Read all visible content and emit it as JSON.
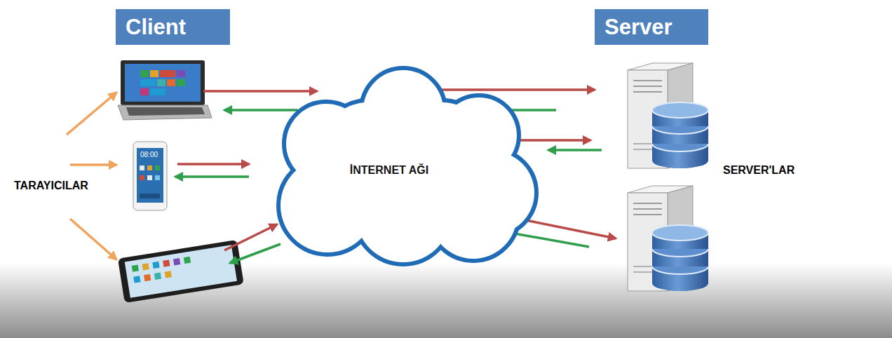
{
  "diagram": {
    "nodes": [
      {
        "text": [
          "Client"
        ]
      },
      {
        "text": [
          "Server"
        ]
      },
      {
        "text": [
          "İNTERNET AĞI"
        ]
      }
    ],
    "labels": [
      "TARAYICILAR",
      "08:00",
      "SERVER'LAR"
    ]
  }
}
